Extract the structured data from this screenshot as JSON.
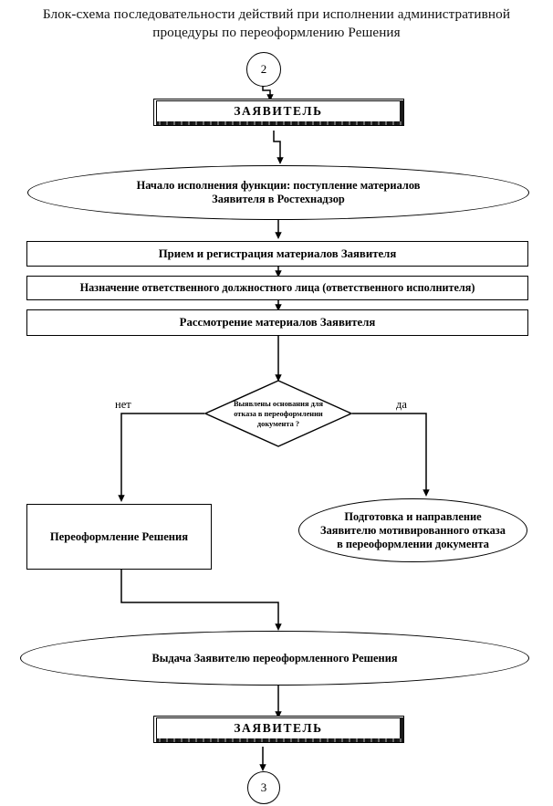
{
  "document": {
    "title_line1": "Блок-схема последовательности действий при исполнении административной",
    "title_line2": "процедуры по переоформлению Решения"
  },
  "flowchart": {
    "type": "flowchart",
    "orientation": "top-to-bottom",
    "nodes": [
      {
        "id": "conn-in",
        "shape": "connector-circle",
        "label": "2"
      },
      {
        "id": "applicant-top",
        "shape": "terminator-3d",
        "label": "ЗАЯВИТЕЛЬ"
      },
      {
        "id": "start-ellipse",
        "shape": "ellipse",
        "label": "Начало исполнения функции: поступление материалов\nЗаявителя в Ростехнадзор"
      },
      {
        "id": "step-1",
        "shape": "process",
        "label": "Прием и регистрация материалов Заявителя"
      },
      {
        "id": "step-2",
        "shape": "process",
        "label": "Назначение ответственного должностного лица (ответственного исполнителя)"
      },
      {
        "id": "step-3",
        "shape": "process",
        "label": "Рассмотрение материалов Заявителя"
      },
      {
        "id": "decision",
        "shape": "decision",
        "label": "Выявлены основания для\nотказа в переоформлении\nдокумента ?"
      },
      {
        "id": "branch-no",
        "shape": "process",
        "label": "Переоформление Решения"
      },
      {
        "id": "branch-yes",
        "shape": "ellipse",
        "label": "Подготовка и направление\nЗаявителю мотивированного отказа\nв переоформлении документа"
      },
      {
        "id": "issue",
        "shape": "ellipse",
        "label": "Выдача Заявителю переоформленного Решения"
      },
      {
        "id": "applicant-bot",
        "shape": "terminator-3d",
        "label": "ЗАЯВИТЕЛЬ"
      },
      {
        "id": "conn-out",
        "shape": "connector-circle",
        "label": "3"
      }
    ],
    "edges": [
      {
        "from": "conn-in",
        "to": "applicant-top",
        "label": ""
      },
      {
        "from": "applicant-top",
        "to": "start-ellipse",
        "label": ""
      },
      {
        "from": "start-ellipse",
        "to": "step-1",
        "label": ""
      },
      {
        "from": "step-1",
        "to": "step-2",
        "label": ""
      },
      {
        "from": "step-2",
        "to": "step-3",
        "label": ""
      },
      {
        "from": "step-3",
        "to": "decision",
        "label": ""
      },
      {
        "from": "decision",
        "to": "branch-no",
        "label": "нет"
      },
      {
        "from": "decision",
        "to": "branch-yes",
        "label": "да"
      },
      {
        "from": "branch-no",
        "to": "issue",
        "label": ""
      },
      {
        "from": "issue",
        "to": "applicant-bot",
        "label": ""
      },
      {
        "from": "applicant-bot",
        "to": "conn-out",
        "label": ""
      }
    ],
    "branch_labels": {
      "no": "нет",
      "yes": "да"
    },
    "colors": {
      "stroke": "#000000",
      "fill": "#ffffff",
      "text": "#000000"
    }
  }
}
